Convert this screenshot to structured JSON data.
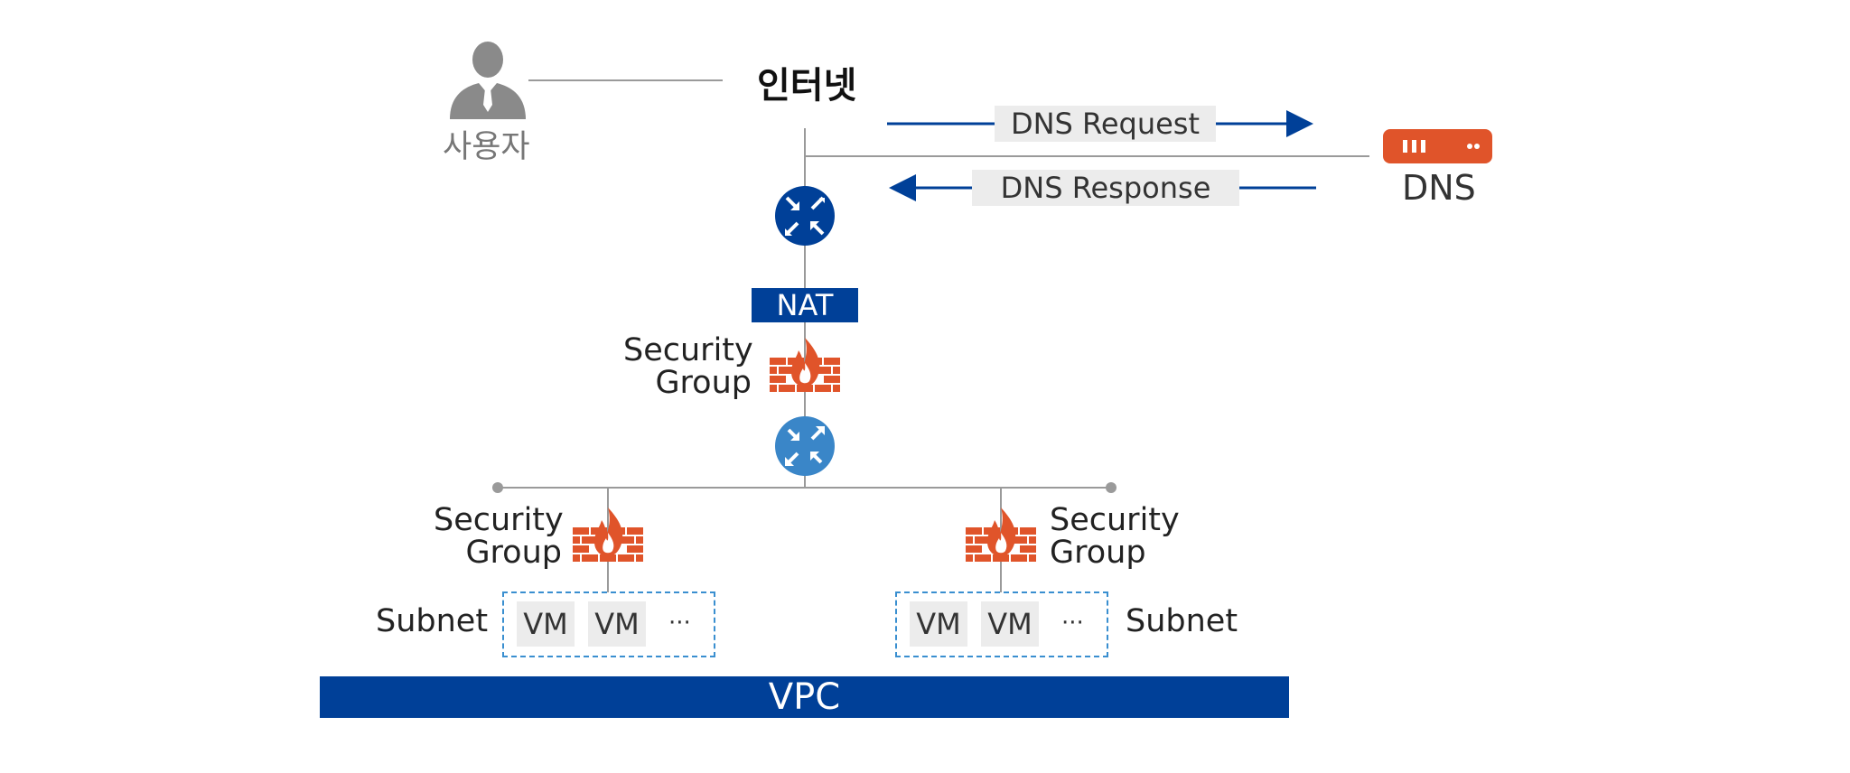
{
  "diagram": {
    "internet_label": "인터넷",
    "user_label": "사용자",
    "dns_request_label": "DNS Request",
    "dns_response_label": "DNS Response",
    "dns_server_label": "DNS",
    "nat_label": "NAT",
    "security_group_line1": "Security",
    "security_group_line2": "Group",
    "subnet_label": "Subnet",
    "vm_label": "VM",
    "more_label": "···",
    "vpc_label": "VPC"
  },
  "colors": {
    "navy": "#004098",
    "router_light_blue": "#3a86c8",
    "firewall_orange": "#e0542a",
    "line_gray": "#9a9a9a",
    "user_gray": "#8a8a8a"
  },
  "icons": [
    "user-icon",
    "router-icon",
    "firewall-icon",
    "dns-server-icon"
  ]
}
